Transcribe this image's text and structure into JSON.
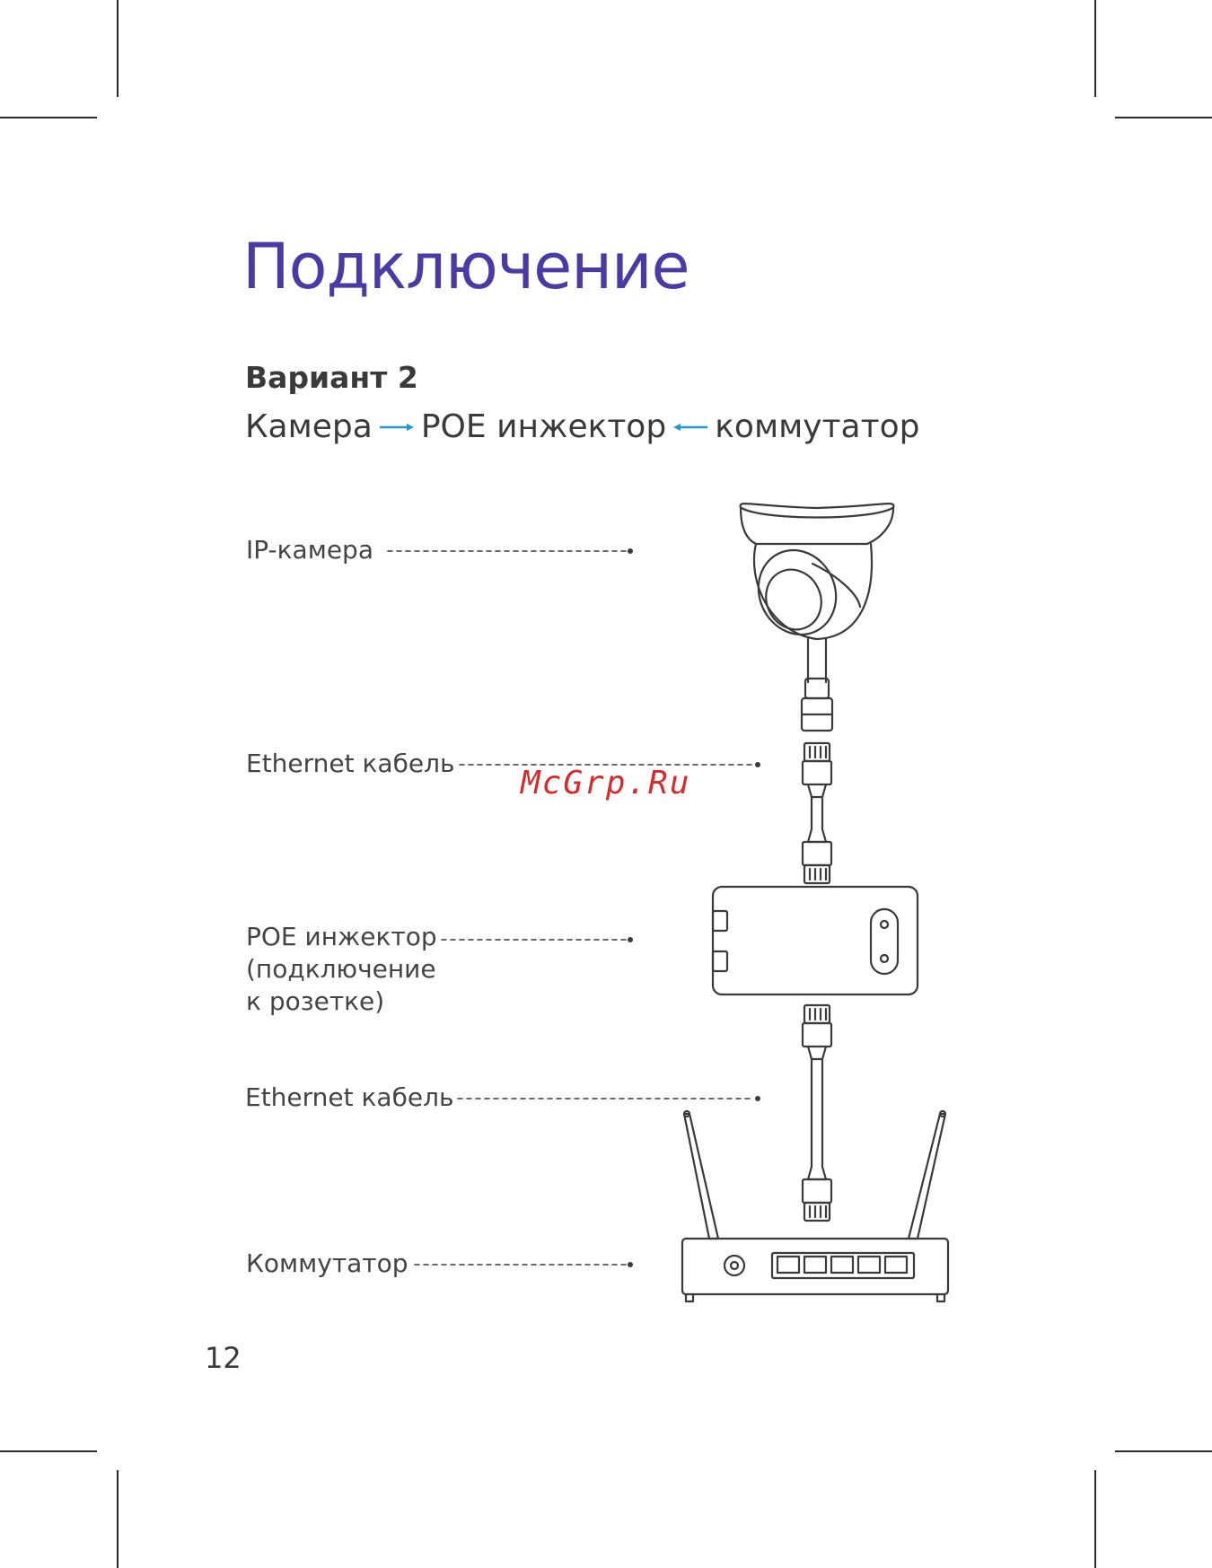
{
  "page": {
    "title": "Подключение",
    "title_color": "#4a3aa6",
    "variant": "Вариант 2",
    "flow": {
      "camera": "Камера",
      "injector": "POE инжектор",
      "switch": "коммутатор",
      "arrow_color": "#1e9ad6"
    },
    "page_number": "12"
  },
  "labels": {
    "ip_camera": "IP-камера",
    "ethernet_cable_1": "Ethernet кабель",
    "poe_injector_line1": "POE инжектор",
    "poe_injector_line2": "(подключение",
    "poe_injector_line3": "к розетке)",
    "ethernet_cable_2": "Ethernet кабель",
    "switch": "Коммутатор"
  },
  "watermark": "McGrp.Ru"
}
